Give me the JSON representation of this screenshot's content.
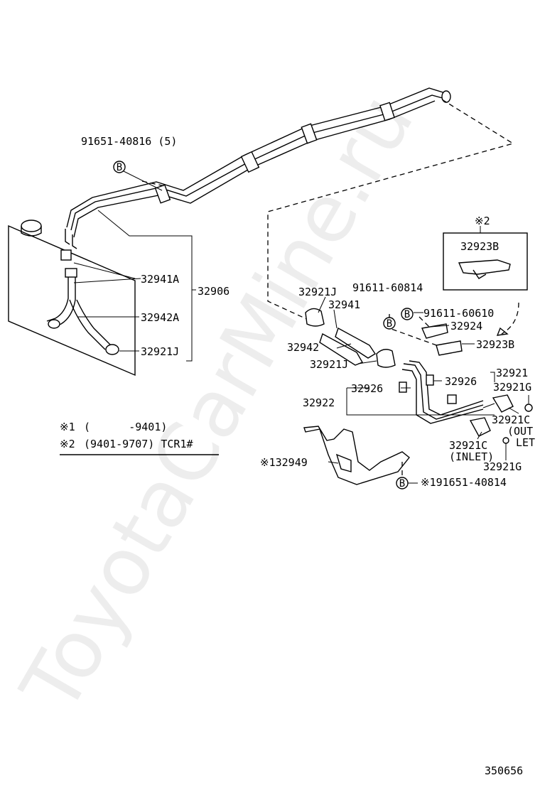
{
  "watermark": "ToyotaCarMine.ru",
  "figure_id": "350656",
  "bolt_symbol": "B",
  "notes": [
    {
      "mark": "※1",
      "text": "(      -9401)"
    },
    {
      "mark": "※2",
      "text": "(9401-9707) TCR1#"
    }
  ],
  "labels": {
    "bolt_top": "91651-40816 (5)",
    "p32941A": "32941A",
    "p32906": "32906",
    "p32942A": "32942A",
    "p32921J_left": "32921J",
    "box_mark": "※2",
    "p32923B_box": "32923B",
    "p32921J_mid": "32921J",
    "bolt_91611_60814": "91611-60814",
    "p32941": "32941",
    "bolt_91611_60610": "91611-60610",
    "p32924": "32924",
    "p32942": "32942",
    "p32923B": "32923B",
    "p32921J_lower": "32921J",
    "p32921": "32921",
    "p32926_right": "32926",
    "p32926_left": "32926",
    "p32921G_top": "32921G",
    "p32922": "32922",
    "p32921C_right": "32921C",
    "out_let": "(OUT",
    "let": "LET",
    "p32921C_inlet": "32921C",
    "inlet": "(INLET)",
    "p32921G": "32921G",
    "p132949": "※132949",
    "bolt_191651": "※191651-40814"
  }
}
